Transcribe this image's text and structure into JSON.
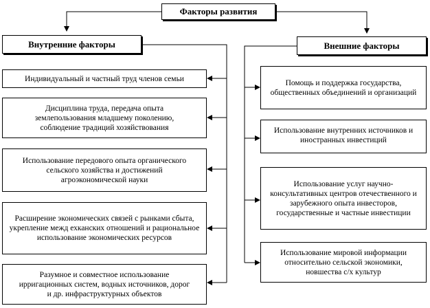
{
  "title": "Факторы развития",
  "internal": {
    "header": "Внутренние факторы",
    "items": [
      "Индивидуальный и частный труд членов семьи",
      "Дисциплина труда, передача опыта землепользования младшему поколению, соблюдение традиций хозяйствования",
      "Использование передового опыта органического сельского хозяйства  и достижений агроэкономической науки",
      "Расширение экономических связей с рынками сбыта, укрепление межд ехканских отношений и рациональное использование экономических ресурсов",
      "Разумное и совместное использование ирригационных систем, водных источников, дорог и др. инфраструктурных объектов"
    ]
  },
  "external": {
    "header": "Внешние факторы",
    "items": [
      "Помощь и поддержка государства, общественных объединений и организаций",
      "Использование внутренних источников и иностранных инвестиций",
      "Использование услуг научно-консультативных центров отечественного и зарубежного опыта инвесторов, государственные и частные инвестиции",
      "Использование мировой информации относительно сельской экономики, новшества с/х культур"
    ]
  }
}
